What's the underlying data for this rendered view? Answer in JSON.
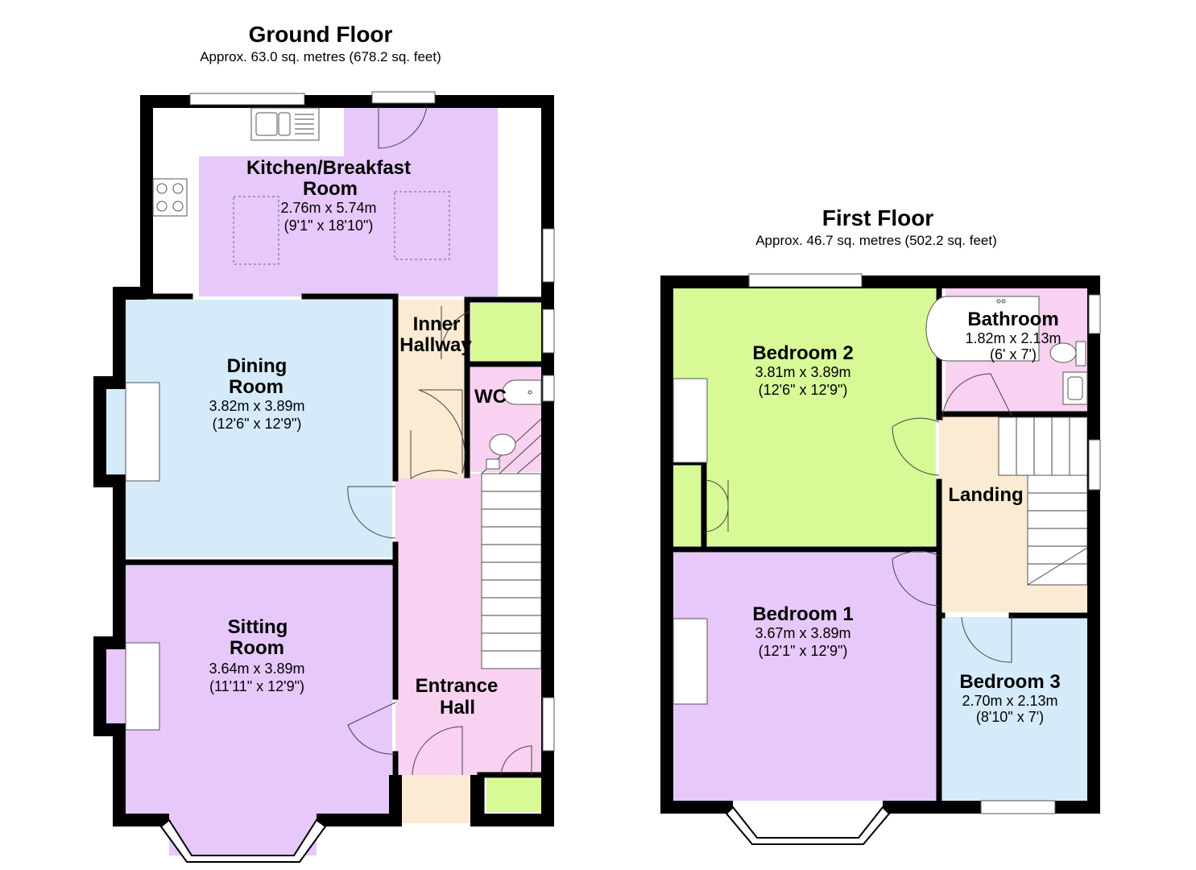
{
  "ground_floor": {
    "title": "Ground Floor",
    "area": "Approx. 63.0 sq. metres (678.2 sq. feet)",
    "rooms": {
      "kitchen": {
        "name_line1": "Kitchen/Breakfast",
        "name_line2": "Room",
        "dim_m": "2.76m x 5.74m",
        "dim_ft": "(9'1\" x 18'10\")"
      },
      "inner_hallway": {
        "name_line1": "Inner",
        "name_line2": "Hallway"
      },
      "wc": {
        "name": "WC"
      },
      "dining": {
        "name_line1": "Dining",
        "name_line2": "Room",
        "dim_m": "3.82m x 3.89m",
        "dim_ft": "(12'6\" x 12'9\")"
      },
      "sitting": {
        "name_line1": "Sitting",
        "name_line2": "Room",
        "dim_m": "3.64m x 3.89m",
        "dim_ft": "(11'11\" x 12'9\")"
      },
      "entrance_hall": {
        "name_line1": "Entrance",
        "name_line2": "Hall"
      }
    }
  },
  "first_floor": {
    "title": "First Floor",
    "area": "Approx. 46.7 sq. metres (502.2 sq. feet)",
    "rooms": {
      "bedroom2": {
        "name": "Bedroom 2",
        "dim_m": "3.81m x 3.89m",
        "dim_ft": "(12'6\" x 12'9\")"
      },
      "bathroom": {
        "name": "Bathroom",
        "dim_m": "1.82m x 2.13m",
        "dim_ft": "(6' x 7')"
      },
      "landing": {
        "name": "Landing"
      },
      "bedroom1": {
        "name": "Bedroom 1",
        "dim_m": "3.67m x 3.89m",
        "dim_ft": "(12'1\" x 12'9\")"
      },
      "bedroom3": {
        "name": "Bedroom 3",
        "dim_m": "2.70m x 2.13m",
        "dim_ft": "(8'10\" x 7')"
      }
    }
  },
  "colors": {
    "purple": "#e6c8fa",
    "blue": "#d5ebfa",
    "pink": "#f8d2f0",
    "green": "#d8fa96",
    "beige": "#faebd2",
    "white": "#ffffff",
    "wall": "#000000"
  }
}
